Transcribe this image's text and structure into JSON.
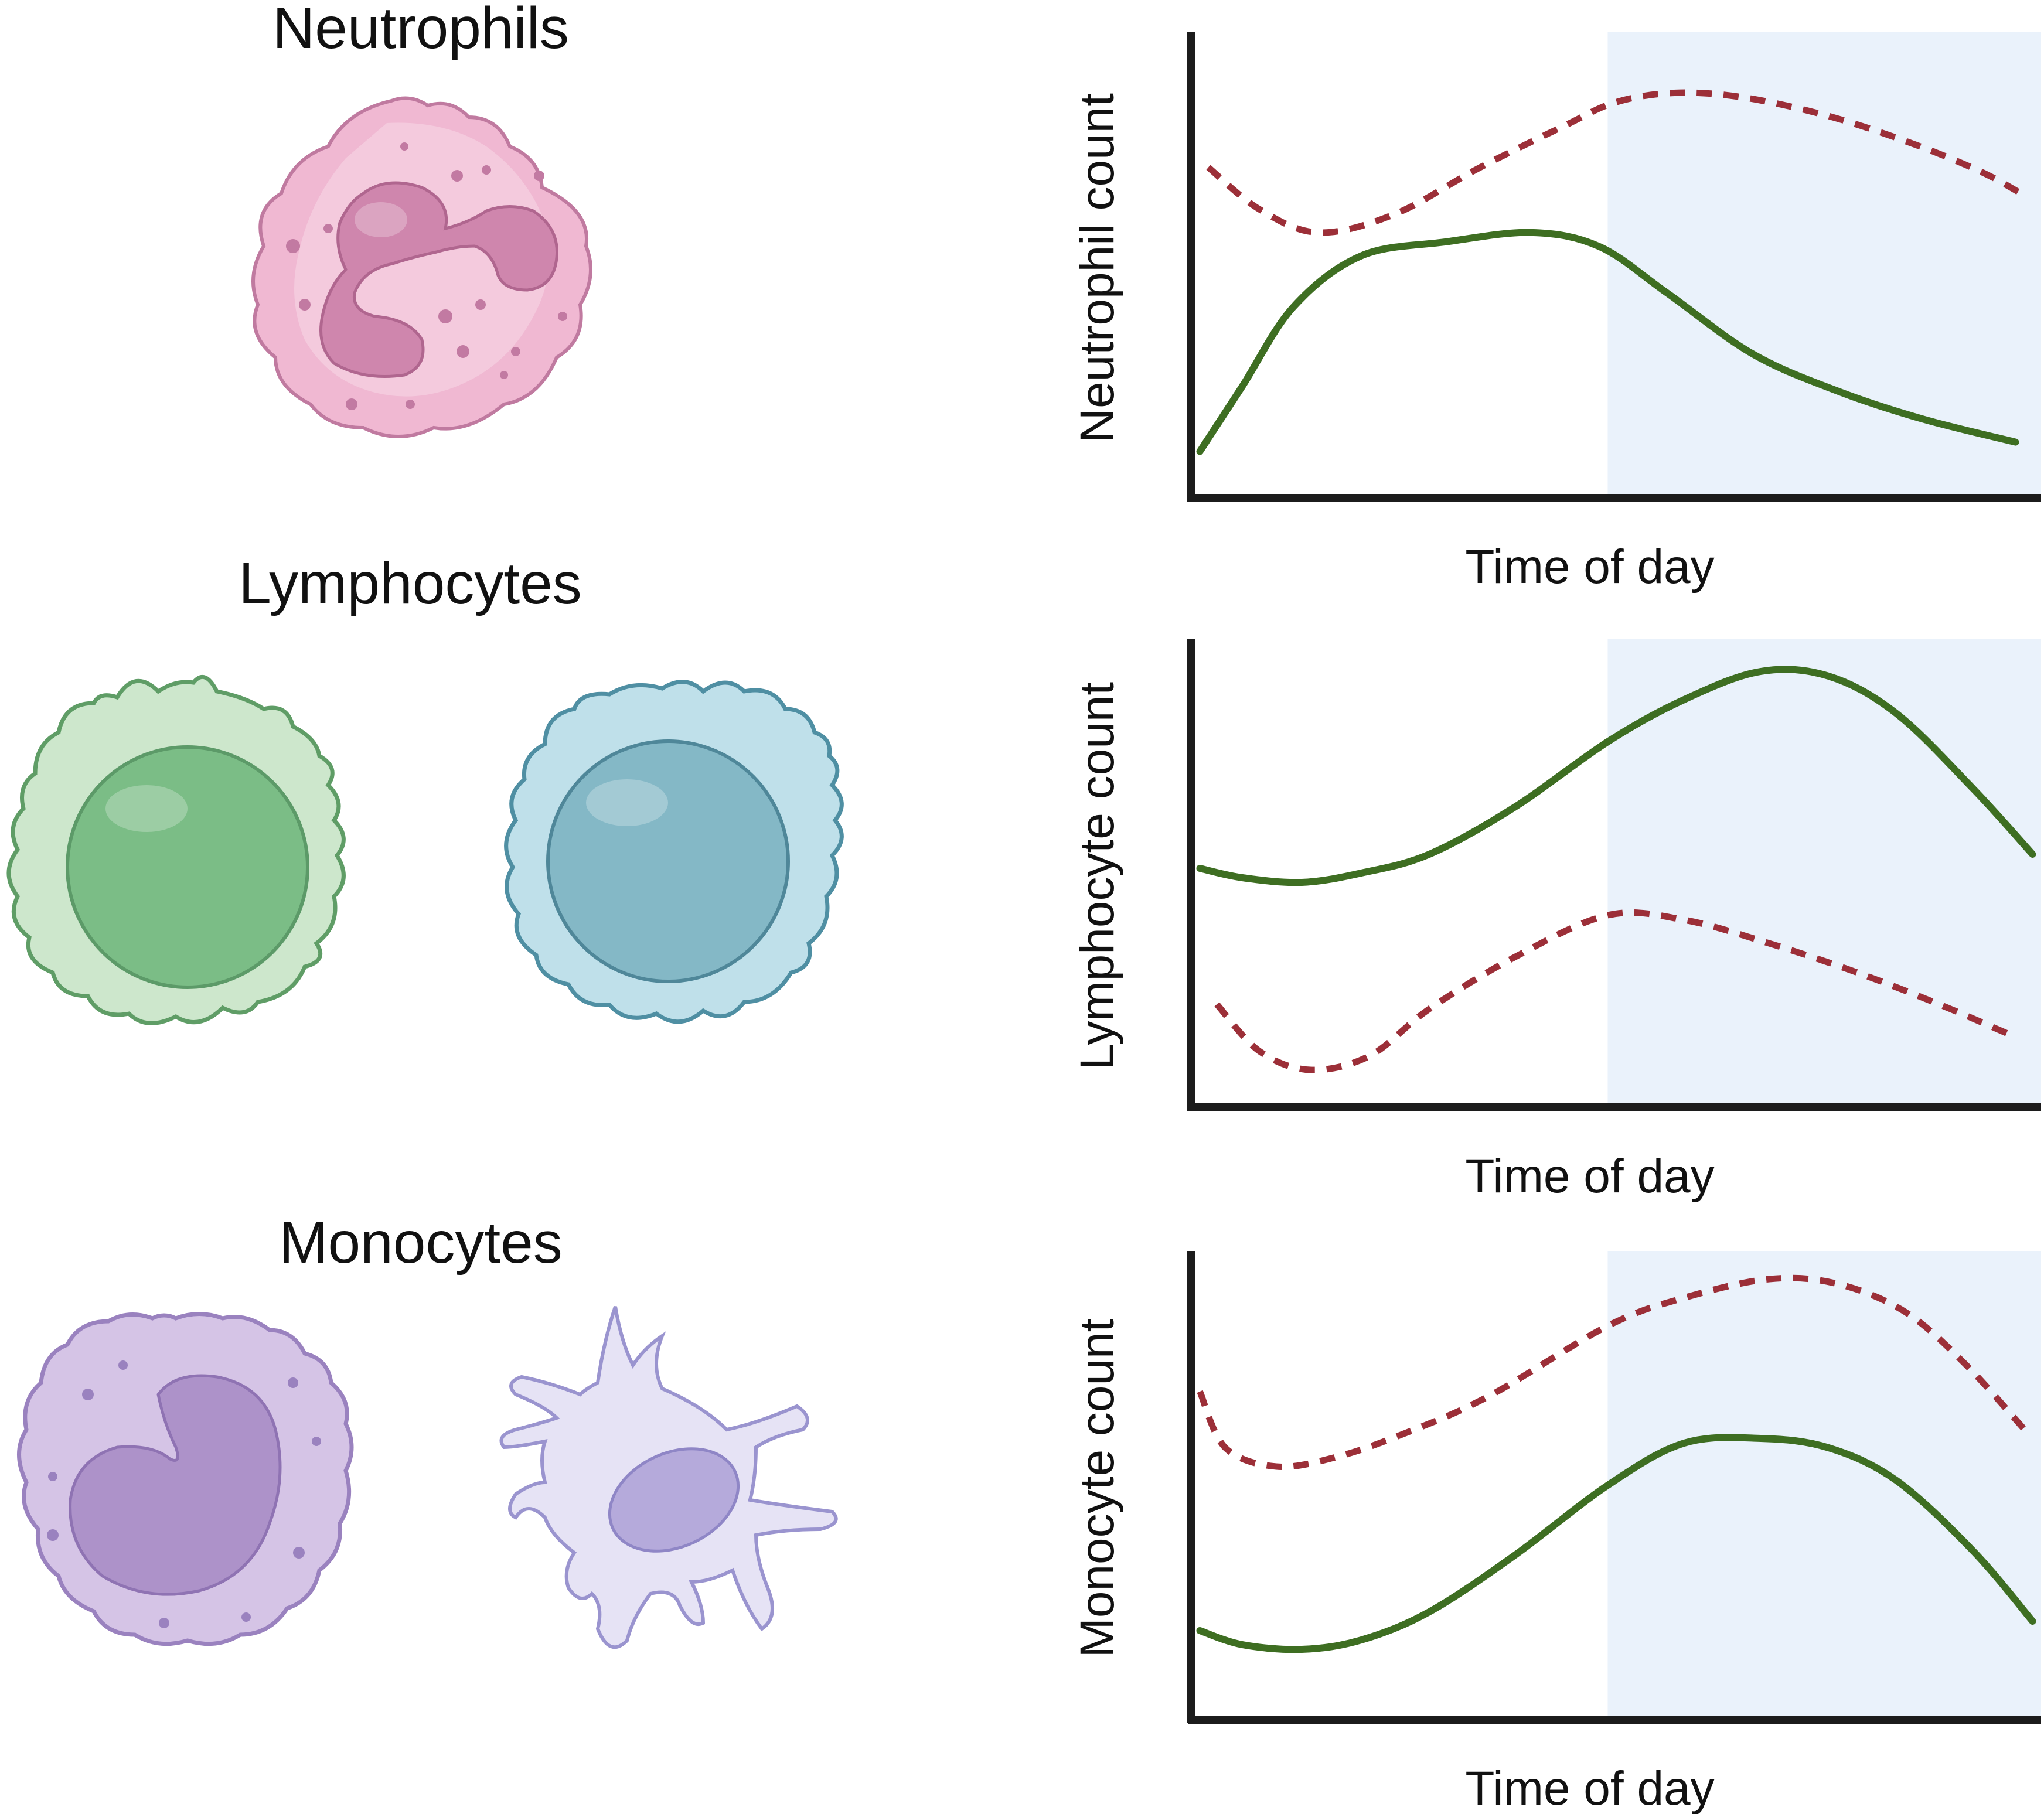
{
  "cells": {
    "neutrophils": {
      "title": "Neutrophils",
      "colors": {
        "fill": "#f0b8d2",
        "edge": "#c07aa0",
        "nucleus": "#cf86ad",
        "dot": "#c27aa2"
      }
    },
    "lymphocytes": {
      "title": "Lymphocytes",
      "colors": {
        "green_fill": "#cde7cc",
        "green_edge": "#5f9d66",
        "green_nucleus": "#7bbd86",
        "blue_fill": "#bfe0ea",
        "blue_edge": "#4f8fa3",
        "blue_nucleus": "#84b8c6"
      }
    },
    "monocytes": {
      "title": "Monocytes",
      "colors": {
        "round_fill": "#d5c4e6",
        "round_edge": "#9a82bf",
        "round_nucleus": "#ad92c9",
        "star_fill": "#e6e3f5",
        "star_edge": "#9a94cf",
        "star_nucleus": "#b5aadb"
      }
    }
  },
  "legend_colors": {
    "solid": "#3e6e22",
    "dashed": "#9c2f38",
    "night_band": "#eaf2fb",
    "axis": "#1c1c1c"
  },
  "chart_data": [
    {
      "type": "line",
      "ylabel": "Neutrophil count",
      "xlabel": "Time of day",
      "xlim": [
        0,
        1
      ],
      "ylim": [
        0,
        1
      ],
      "shaded_region": [
        0.49,
        1.0
      ],
      "series": [
        {
          "style": "dashed",
          "x": [
            0.02,
            0.08,
            0.15,
            0.24,
            0.34,
            0.44,
            0.5,
            0.57,
            0.65,
            0.75,
            0.85,
            0.93,
            0.98
          ],
          "values": [
            0.71,
            0.62,
            0.57,
            0.61,
            0.71,
            0.8,
            0.85,
            0.87,
            0.86,
            0.82,
            0.76,
            0.7,
            0.65
          ]
        },
        {
          "style": "solid",
          "x": [
            0.01,
            0.06,
            0.12,
            0.2,
            0.3,
            0.4,
            0.48,
            0.56,
            0.66,
            0.76,
            0.86,
            0.97
          ],
          "values": [
            0.1,
            0.24,
            0.41,
            0.52,
            0.55,
            0.57,
            0.54,
            0.44,
            0.31,
            0.23,
            0.17,
            0.12
          ]
        }
      ]
    },
    {
      "type": "line",
      "ylabel": "Lymphocyte count",
      "xlabel": "Time of day",
      "xlim": [
        0,
        1
      ],
      "ylim": [
        0,
        1
      ],
      "shaded_region": [
        0.49,
        1.0
      ],
      "series": [
        {
          "style": "solid",
          "x": [
            0.01,
            0.06,
            0.13,
            0.2,
            0.28,
            0.38,
            0.49,
            0.58,
            0.67,
            0.75,
            0.83,
            0.92,
            0.99
          ],
          "values": [
            0.51,
            0.49,
            0.48,
            0.5,
            0.54,
            0.64,
            0.78,
            0.87,
            0.93,
            0.92,
            0.84,
            0.68,
            0.54
          ]
        },
        {
          "style": "dashed",
          "x": [
            0.03,
            0.08,
            0.14,
            0.21,
            0.28,
            0.38,
            0.49,
            0.58,
            0.68,
            0.78,
            0.88,
            0.97
          ],
          "values": [
            0.22,
            0.12,
            0.08,
            0.11,
            0.21,
            0.32,
            0.41,
            0.4,
            0.35,
            0.29,
            0.22,
            0.15
          ]
        }
      ]
    },
    {
      "type": "line",
      "ylabel": "Monocyte count",
      "xlabel": "Time of day",
      "xlim": [
        0,
        1
      ],
      "ylim": [
        0,
        1
      ],
      "shaded_region": [
        0.49,
        1.0
      ],
      "series": [
        {
          "style": "dashed",
          "x": [
            0.01,
            0.04,
            0.1,
            0.17,
            0.25,
            0.35,
            0.49,
            0.58,
            0.68,
            0.76,
            0.84,
            0.91,
            0.98
          ],
          "values": [
            0.7,
            0.58,
            0.54,
            0.56,
            0.61,
            0.69,
            0.84,
            0.9,
            0.94,
            0.93,
            0.87,
            0.76,
            0.62
          ]
        },
        {
          "style": "solid",
          "x": [
            0.01,
            0.06,
            0.13,
            0.2,
            0.28,
            0.38,
            0.49,
            0.58,
            0.67,
            0.75,
            0.83,
            0.92,
            0.99
          ],
          "values": [
            0.19,
            0.16,
            0.15,
            0.17,
            0.23,
            0.35,
            0.5,
            0.59,
            0.6,
            0.58,
            0.51,
            0.36,
            0.21
          ]
        }
      ]
    }
  ]
}
